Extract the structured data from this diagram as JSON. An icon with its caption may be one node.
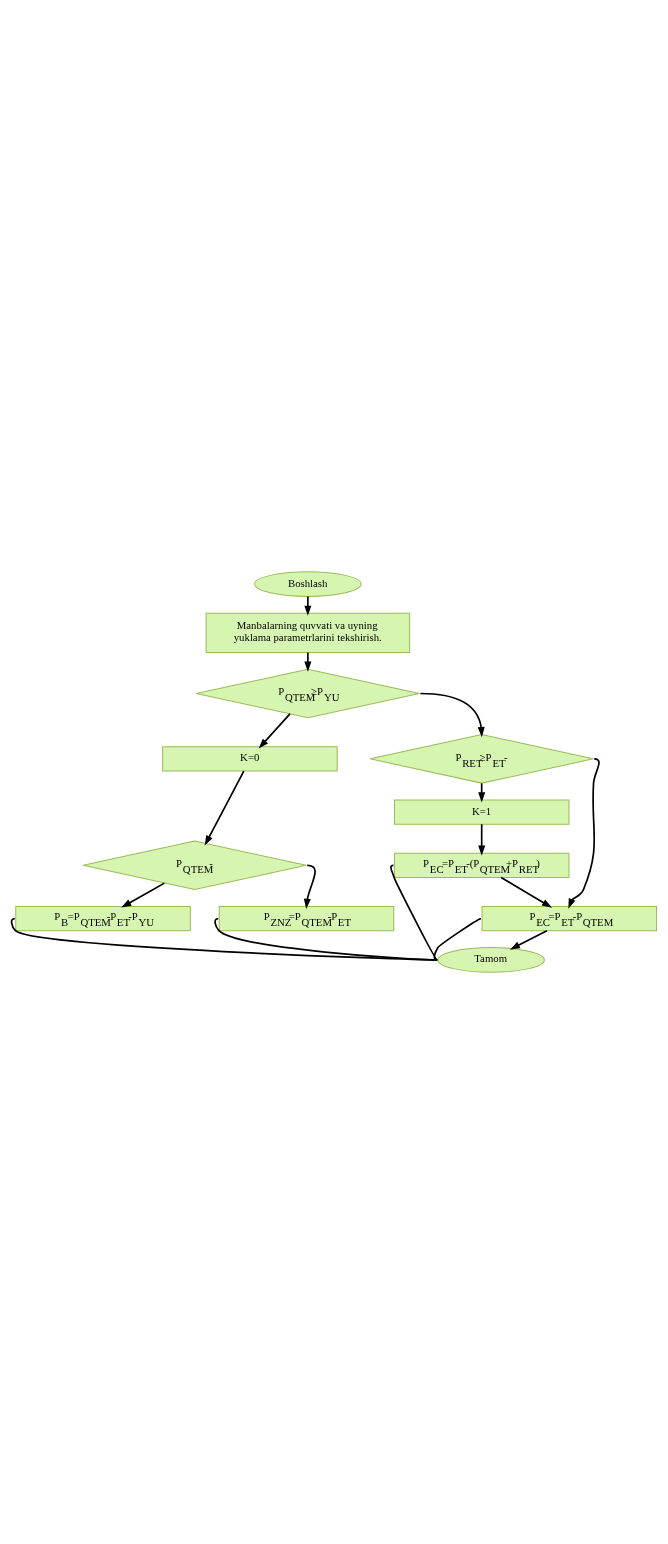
{
  "diagram": {
    "nodes": [
      {
        "text": [
          "Boshlash"
        ]
      },
      {
        "text": [
          "Manbalarning quvvati va uyning yuklama parametrlarini tekshirish."
        ]
      },
      {
        "text": [
          "P$_{QTEM}$≥P$_{YU}$"
        ]
      },
      {
        "text": [
          "K=0"
        ]
      },
      {
        "text": [
          "P$_{QTEM}$-"
        ]
      },
      {
        "text": [
          "P$_{B}$=P$_{QTEM}$-P$_{ET}$-P$_{YU}$"
        ]
      },
      {
        "text": [
          "P$_{ZNZ}$=P$_{QTEM}$-P$_{ET}$"
        ]
      },
      {
        "text": [
          "P$_{RET}$≥P$_{ET}$-"
        ]
      },
      {
        "text": [
          "K=1"
        ]
      },
      {
        "text": [
          "P$_{EC}$=P$_{ET}$-(P$_{QTEM}$+P$_{RET}$)"
        ]
      },
      {
        "text": [
          "P$_{EC}$=P$_{ET}$-P$_{QTEM}$"
        ]
      },
      {
        "text": [
          "Tamom"
        ]
      }
    ],
    "edges": [
      {
        "from": 0,
        "to": 1,
        "arrow": "to"
      },
      {
        "from": 1,
        "to": 2,
        "arrow": "to"
      },
      {
        "from": 2,
        "to": 3,
        "arrow": "to"
      },
      {
        "from": 3,
        "to": 4,
        "arrow": "to"
      },
      {
        "from": 4,
        "to": 5,
        "arrow": "to"
      },
      {
        "from": 4,
        "to": 6,
        "arrow": "to"
      },
      {
        "from": 2,
        "to": 7,
        "arrow": "to"
      },
      {
        "from": 7,
        "to": 8,
        "arrow": "to"
      },
      {
        "from": 8,
        "to": 9,
        "arrow": "to"
      },
      {
        "from": 7,
        "to": 10,
        "arrow": "to"
      },
      {
        "from": 9,
        "to": 10,
        "arrow": "to"
      },
      {
        "from": 10,
        "to": 11,
        "arrow": "to"
      },
      {
        "from": 5,
        "to": 11,
        "arrow": "none"
      },
      {
        "from": 6,
        "to": 11,
        "arrow": "none"
      },
      {
        "from": 9,
        "to": 11,
        "arrow": "none"
      },
      {
        "from": 10,
        "to": 11,
        "arrow": "none"
      }
    ]
  }
}
